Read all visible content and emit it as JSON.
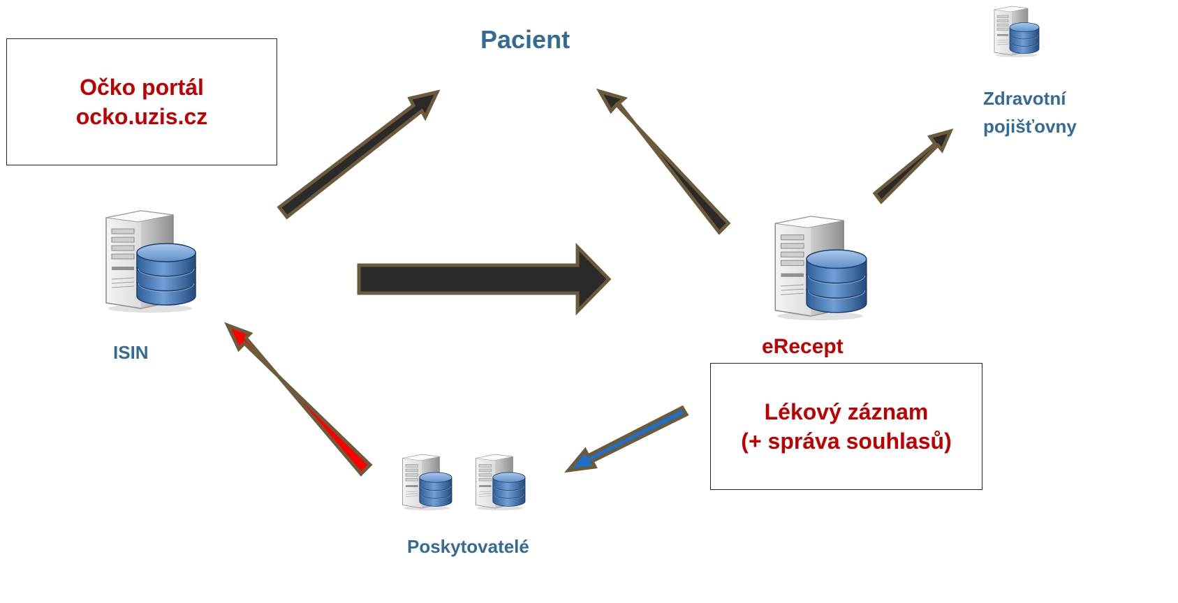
{
  "colors": {
    "label_blue": "#336b94",
    "label_red": "#c00000",
    "arrow_dark": "#2a2a2a",
    "arrow_outline": "#6b5a3c",
    "arrow_red": "#ff0000",
    "arrow_blue": "#1f6fc6"
  },
  "labels": {
    "pacient": "Pacient",
    "isin": "ISIN",
    "erecept": "eRecept",
    "zdravotni_line1": "Zdravotní",
    "zdravotni_line2": "pojišťovny",
    "poskytovatele": "Poskytovatelé"
  },
  "boxes": {
    "ocko": {
      "line1": "Očko portál",
      "line2": "ocko.uzis.cz"
    },
    "lekovy": {
      "line1": "Lékový záznam",
      "line2": "(+ správa souhlasů)"
    }
  },
  "icons": {
    "isin_server": "server-database-icon",
    "erecept_server": "server-database-icon",
    "insurance_server": "server-database-icon",
    "provider_server_1": "server-database-icon",
    "provider_server_2": "server-database-icon"
  }
}
